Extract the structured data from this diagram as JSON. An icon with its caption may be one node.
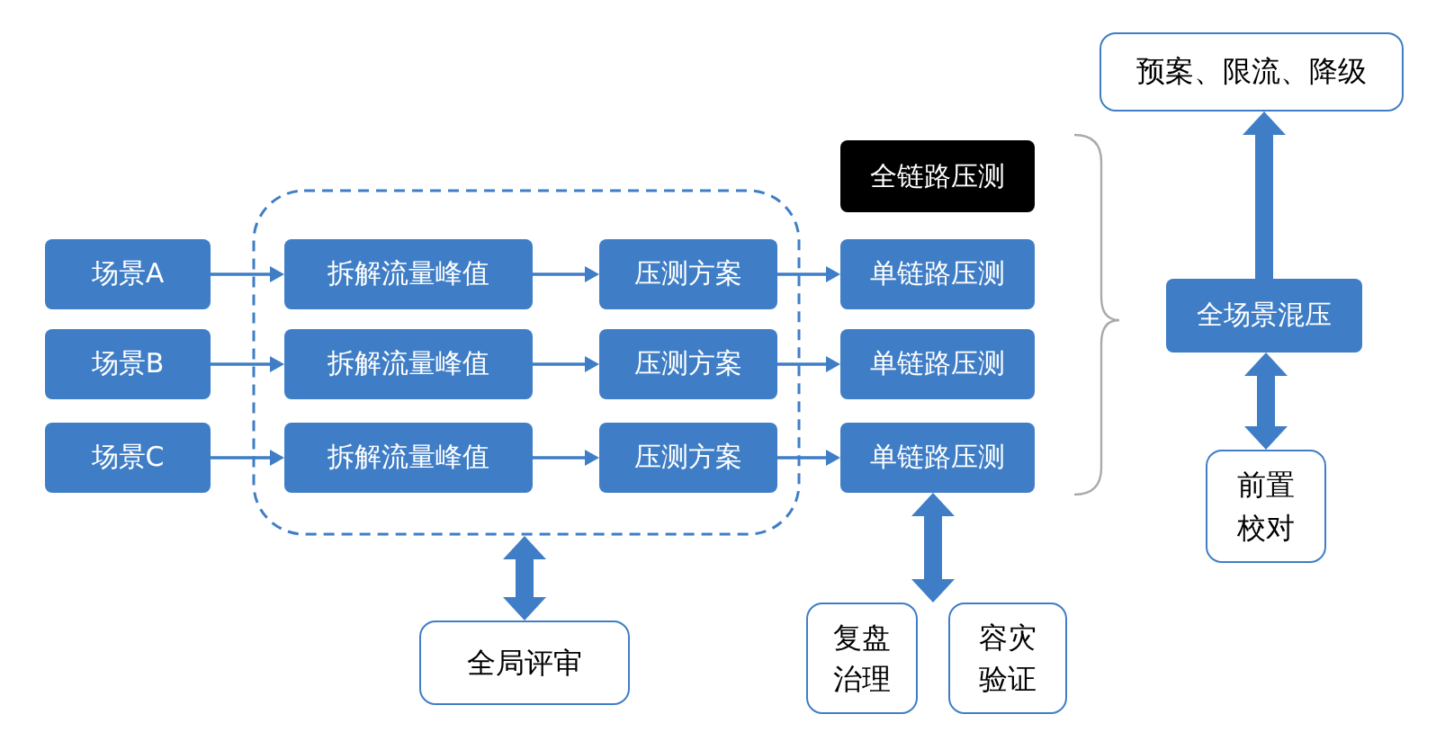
{
  "diagram": {
    "nodes": [
      {
        "text": [
          "场景A"
        ]
      },
      {
        "text": [
          "场景B"
        ]
      },
      {
        "text": [
          "场景C"
        ]
      },
      {
        "text": [],
        "shape": "box"
      },
      {
        "text": [
          "拆解流量峰值"
        ],
        "in": 3
      },
      {
        "text": [
          "压测方案"
        ],
        "in": 3
      },
      {
        "text": [
          "拆解流量峰值"
        ],
        "in": 3
      },
      {
        "text": [
          "压测方案"
        ],
        "in": 3
      },
      {
        "text": [
          "拆解流量峰值"
        ],
        "in": 3
      },
      {
        "text": [
          "压测方案"
        ],
        "in": 3
      },
      {
        "text": [
          "全链路压测"
        ]
      },
      {
        "text": [
          "单链路压测"
        ]
      },
      {
        "text": [
          "单链路压测"
        ]
      },
      {
        "text": [
          "单链路压测"
        ]
      },
      {
        "text": [
          "全局评审"
        ]
      },
      {
        "text": [
          "复盘治理"
        ]
      },
      {
        "text": [
          "容灾验证"
        ]
      },
      {
        "text": [
          "全场景混压"
        ]
      },
      {
        "text": [
          "预案、限流、降级"
        ]
      },
      {
        "text": [
          "前置校对"
        ]
      }
    ],
    "edges": [
      {
        "from": 0,
        "to": 4,
        "arrow": "to"
      },
      {
        "from": 4,
        "to": 5,
        "arrow": "to"
      },
      {
        "from": 5,
        "to": 11,
        "arrow": "to"
      },
      {
        "from": 1,
        "to": 6,
        "arrow": "to"
      },
      {
        "from": 6,
        "to": 7,
        "arrow": "to"
      },
      {
        "from": 7,
        "to": 12,
        "arrow": "to"
      },
      {
        "from": 2,
        "to": 8,
        "arrow": "to"
      },
      {
        "from": 8,
        "to": 9,
        "arrow": "to"
      },
      {
        "from": 9,
        "to": 13,
        "arrow": "to"
      },
      {
        "from": 14,
        "to": 3,
        "arrow": "both",
        "style": "thick"
      },
      {
        "from": 13,
        "to": 15,
        "arrow": "both",
        "style": "thick"
      },
      {
        "from": 13,
        "to": 16,
        "arrow": "both",
        "style": "thick"
      },
      {
        "from": 17,
        "to": 18,
        "arrow": "to",
        "style": "thick"
      },
      {
        "from": 19,
        "to": 17,
        "arrow": "both",
        "style": "thick"
      }
    ]
  }
}
